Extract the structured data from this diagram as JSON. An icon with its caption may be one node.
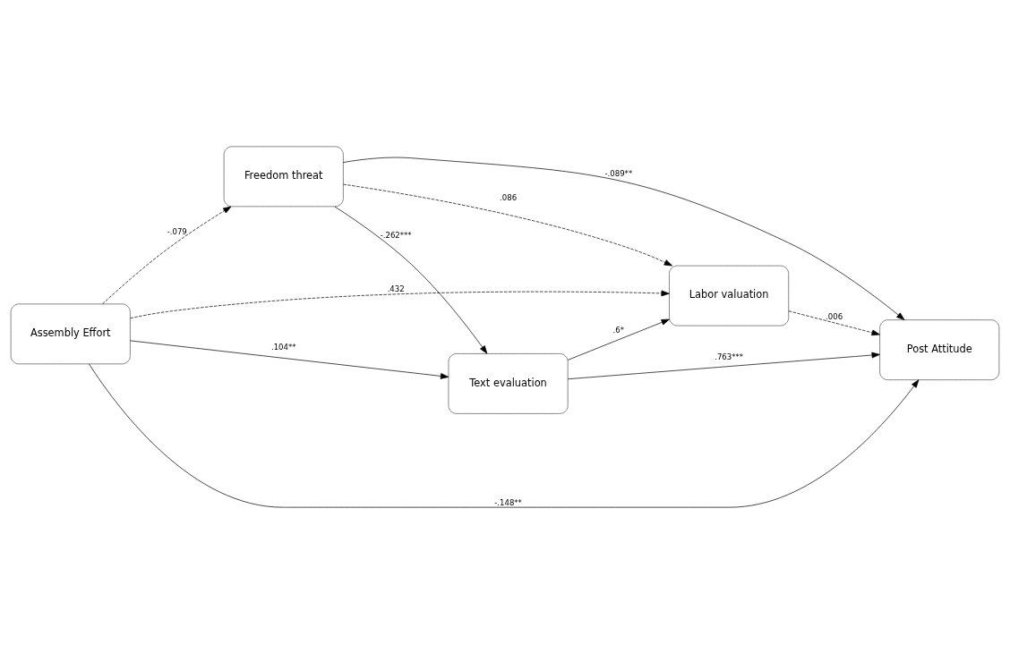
{
  "diagram": {
    "nodes": [
      {
        "text": [
          "Text evaluation"
        ]
      },
      {
        "text": [
          "Freedom threat"
        ]
      },
      {
        "text": [
          "Labor valuation"
        ]
      },
      {
        "text": [
          "Assembly Effort"
        ]
      },
      {
        "text": [
          "Post Attitude"
        ]
      }
    ],
    "edges": [
      {
        "from": 1,
        "to": 0,
        "arrow": "to",
        "label": "-.262***"
      },
      {
        "from": 3,
        "to": 0,
        "arrow": "to",
        "label": ".104**"
      },
      {
        "from": 0,
        "to": 2,
        "arrow": "to",
        "label": ".6*"
      },
      {
        "from": 1,
        "to": 2,
        "arrow": "to",
        "label": ".086",
        "style": "dashed"
      },
      {
        "from": 3,
        "to": 1,
        "arrow": "to",
        "label": "-.079",
        "style": "dashed"
      },
      {
        "from": 1,
        "to": 4,
        "arrow": "to",
        "label": "-.089**"
      },
      {
        "from": 3,
        "to": 2,
        "arrow": "to",
        "label": ".432",
        "style": "dashed"
      },
      {
        "from": 0,
        "to": 4,
        "arrow": "to",
        "label": ".763***"
      },
      {
        "from": 2,
        "to": 4,
        "arrow": "to",
        "label": ".006",
        "style": "dashed"
      },
      {
        "from": 3,
        "to": 4,
        "arrow": "to",
        "label": "-.148**"
      }
    ]
  }
}
